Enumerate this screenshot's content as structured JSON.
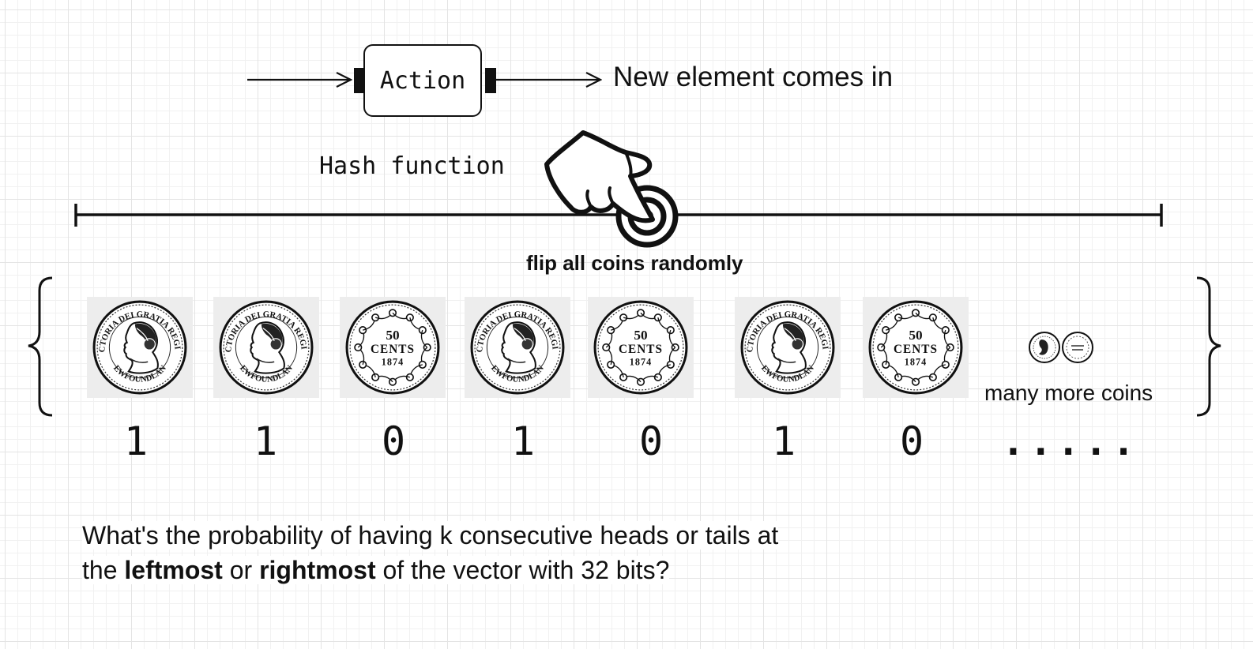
{
  "action_box": {
    "label": "Action"
  },
  "new_element": {
    "label": "New element comes in"
  },
  "hash": {
    "label": "Hash function",
    "icon": "pointing-hand-icon"
  },
  "flip": {
    "label": "flip all coins randomly"
  },
  "coins": [
    {
      "face": "heads",
      "bit": "1",
      "icon": "victoria-head-coin-icon",
      "legend": [
        "VICTORIA DEI GRATIA REGINA",
        "NEWFOUNDLAND"
      ]
    },
    {
      "face": "heads",
      "bit": "1",
      "icon": "victoria-head-coin-icon",
      "legend": [
        "VICTORIA DEI GRATIA REGINA",
        "NEWFOUNDLAND"
      ]
    },
    {
      "face": "tails",
      "bit": "0",
      "icon": "fifty-cents-coin-icon",
      "legend": [
        "50",
        "CENTS",
        "1874"
      ]
    },
    {
      "face": "heads",
      "bit": "1",
      "icon": "victoria-head-coin-icon",
      "legend": [
        "VICTORIA DEI GRATIA REGINA",
        "NEWFOUNDLAND"
      ]
    },
    {
      "face": "tails",
      "bit": "0",
      "icon": "fifty-cents-coin-icon",
      "legend": [
        "50",
        "CENTS",
        "1874"
      ]
    },
    {
      "face": "heads",
      "bit": "1",
      "icon": "victoria-head-coin-icon",
      "legend": [
        "VICTORIA DEI GRATIA REGINA",
        "NEWFOUNDLAND"
      ]
    },
    {
      "face": "tails",
      "bit": "0",
      "icon": "fifty-cents-coin-icon",
      "legend": [
        "50",
        "CENTS",
        "1874"
      ]
    }
  ],
  "more_coins": {
    "label": "many more coins",
    "icon": "small-coins-icon",
    "dots": "....."
  },
  "question": {
    "line1": "What's the probability of having k consecutive heads or tails at",
    "line2_prefix": "the ",
    "line2_bold1": "leftmost",
    "line2_mid": " or ",
    "line2_bold2": "rightmost",
    "line2_suffix": " of the vector with 32 bits?"
  }
}
